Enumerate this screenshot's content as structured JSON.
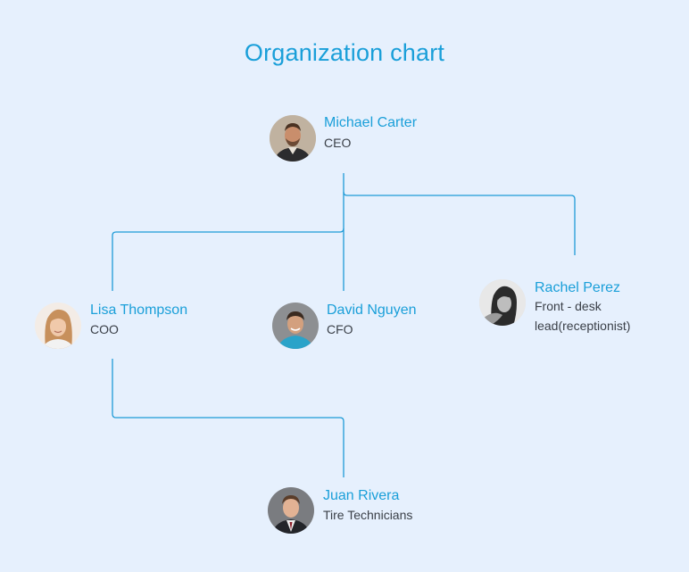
{
  "title": "Organization chart",
  "colors": {
    "background": "#e6f0fd",
    "accent": "#1a9fd9",
    "connector": "#1e9bd7",
    "text": "#3a3f47"
  },
  "people": {
    "michael": {
      "name": "Michael Carter",
      "role": "CEO",
      "icon": "person-avatar"
    },
    "lisa": {
      "name": "Lisa Thompson",
      "role": "COO",
      "icon": "person-avatar"
    },
    "david": {
      "name": "David Nguyen",
      "role": "CFO",
      "icon": "person-avatar"
    },
    "rachel": {
      "name": "Rachel Perez",
      "role": "Front - desk lead(receptionist)",
      "icon": "person-avatar"
    },
    "juan": {
      "name": "Juan Rivera",
      "role": "Tire Technicians",
      "icon": "person-avatar"
    }
  }
}
